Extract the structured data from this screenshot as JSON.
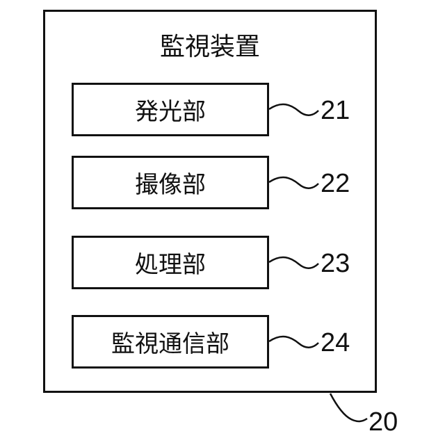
{
  "device": {
    "title": "監視装置",
    "reference": "20"
  },
  "components": [
    {
      "label": "発光部",
      "reference": "21"
    },
    {
      "label": "撮像部",
      "reference": "22"
    },
    {
      "label": "処理部",
      "reference": "23"
    },
    {
      "label": "監視通信部",
      "reference": "24"
    }
  ]
}
